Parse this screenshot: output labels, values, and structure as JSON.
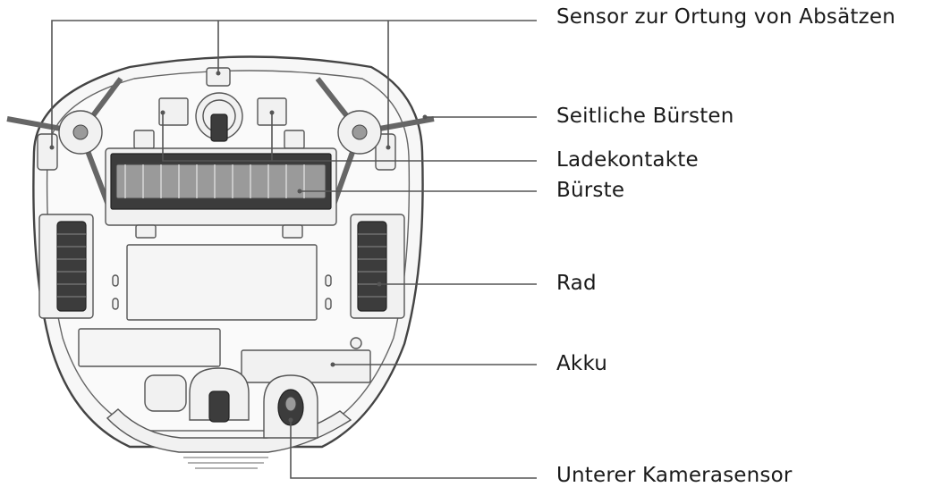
{
  "labels": {
    "ledge_sensor": "Sensor zur Ortung von Absätzen",
    "side_brushes": "Seitliche Bürsten",
    "charging_contacts": "Ladekontakte",
    "brush": "Bürste",
    "wheel": "Rad",
    "battery": "Akku",
    "lower_camera_sensor": "Unterer Kamerasensor"
  }
}
